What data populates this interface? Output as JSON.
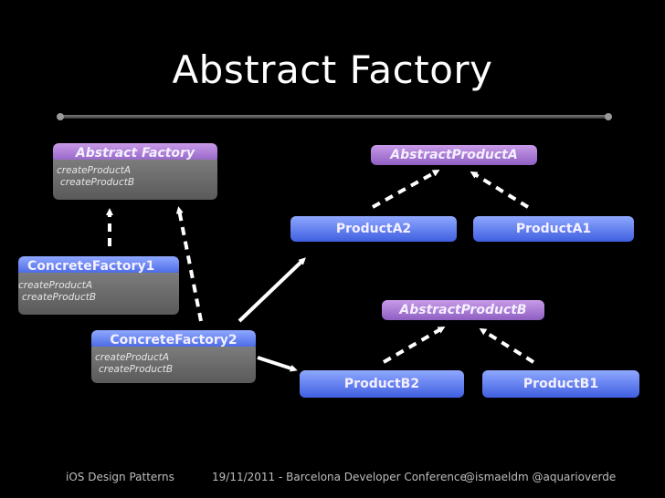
{
  "slide": {
    "title": "Abstract Factory"
  },
  "abstract_factory": {
    "name": "Abstract Factory",
    "methods": [
      "createProductA",
      "createProductB"
    ]
  },
  "concrete_factory_1": {
    "name": "ConcreteFactory1",
    "methods": [
      "createProductA",
      "createProductB"
    ]
  },
  "concrete_factory_2": {
    "name": "ConcreteFactory2",
    "methods": [
      "createProductA",
      "createProductB"
    ]
  },
  "abstract_product_a": {
    "name": "AbstractProductA"
  },
  "product_a2": {
    "name": "ProductA2"
  },
  "product_a1": {
    "name": "ProductA1"
  },
  "abstract_product_b": {
    "name": "AbstractProductB"
  },
  "product_b2": {
    "name": "ProductB2"
  },
  "product_b1": {
    "name": "ProductB1"
  },
  "footer": {
    "left": "iOS Design Patterns",
    "center": "19/11/2011 - Barcelona Developer Conference",
    "right": "@ismaeldm  @aquarioverde"
  },
  "colors": {
    "background": "#000000",
    "abstract_header": "#b07fe0",
    "concrete_header": "#5a78f0",
    "method_body": "#6b6b6b",
    "arrow": "#ffffff"
  }
}
